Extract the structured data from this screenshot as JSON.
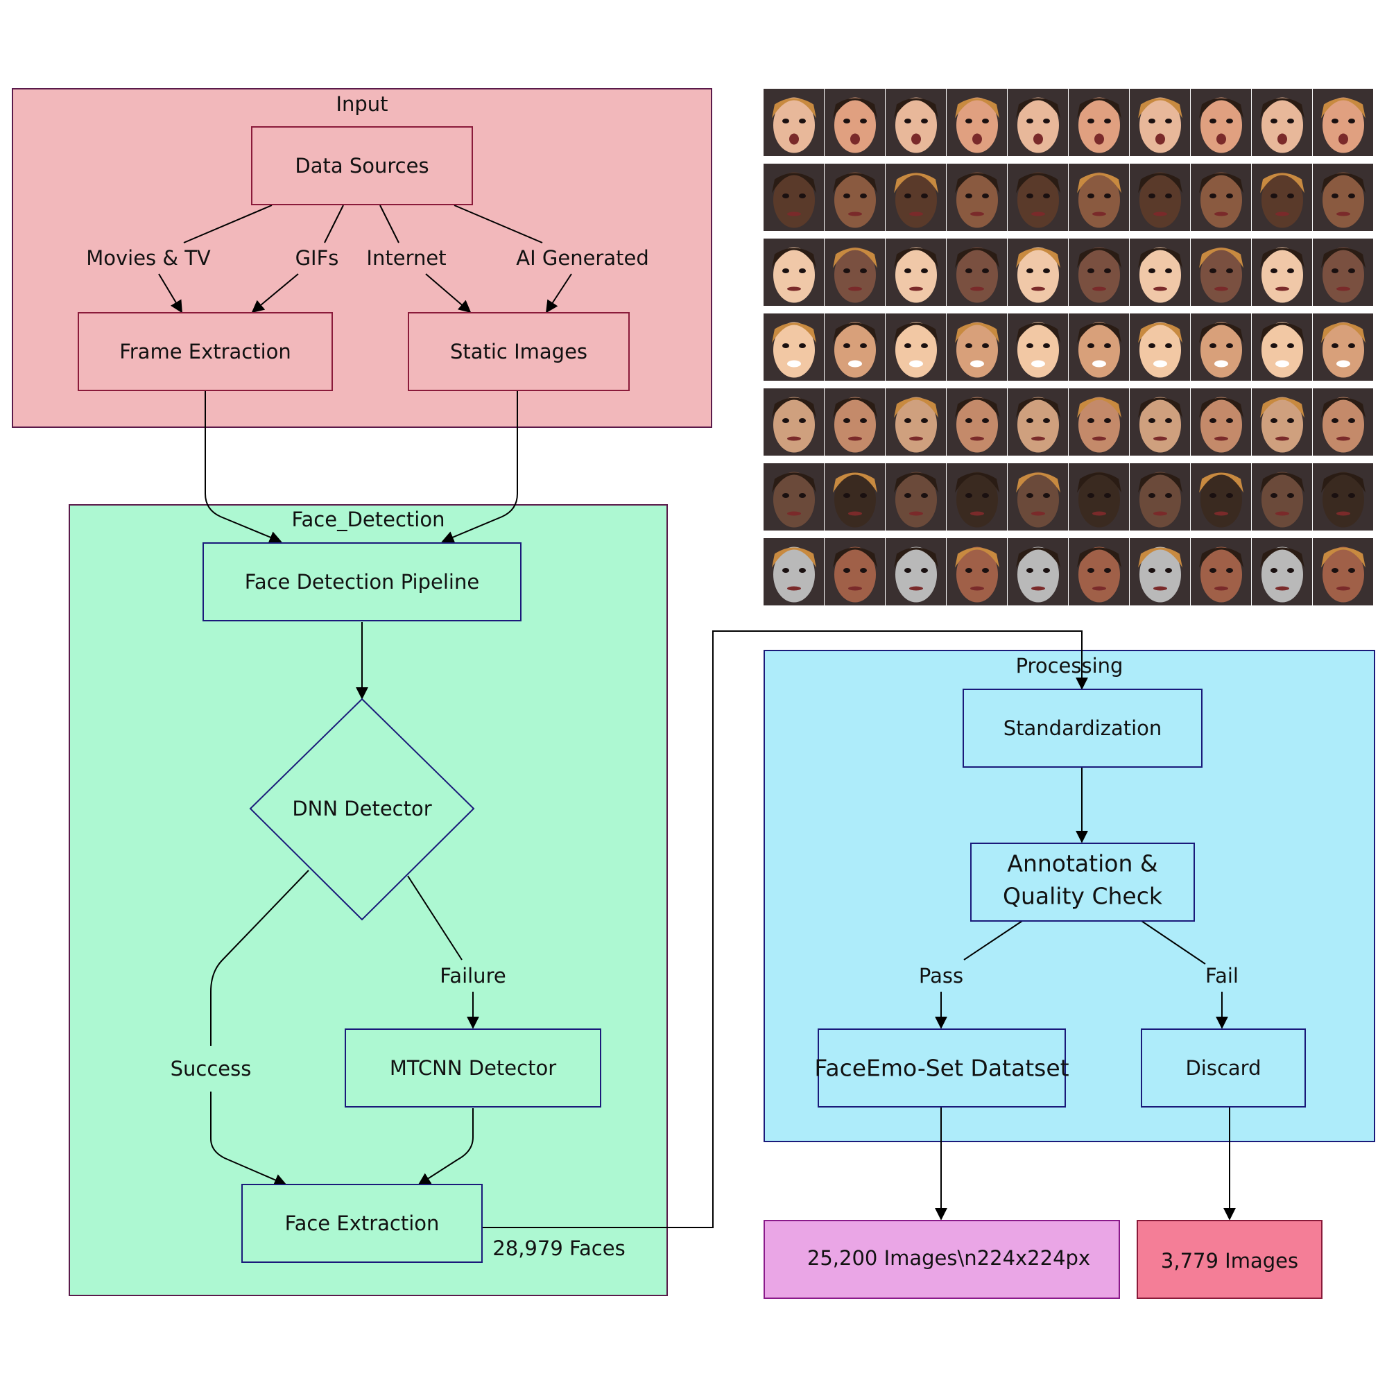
{
  "groups": {
    "input": "Input",
    "face_detection": "Face_Detection",
    "processing": "Processing"
  },
  "nodes": {
    "data_sources": "Data Sources",
    "frame_extraction": "Frame Extraction",
    "static_images": "Static Images",
    "face_detection_pipeline": "Face Detection Pipeline",
    "dnn_detector": "DNN Detector",
    "mtcnn_detector": "MTCNN Detector",
    "face_extraction": "Face Extraction",
    "standardization": "Standardization",
    "annotation_line1": "Annotation &",
    "annotation_line2": "Quality Check",
    "faceemo_dataset": "FaceEmo-Set Datatset",
    "discard": "Discard",
    "output_images": "25,200 Images\\n224x224px",
    "discarded_images": "3,779 Images"
  },
  "edge_labels": {
    "movies_tv": "Movies & TV",
    "gifs": "GIFs",
    "internet": "Internet",
    "ai_generated": "AI Generated",
    "success": "Success",
    "failure": "Failure",
    "faces_count": "28,979 Faces",
    "pass": "Pass",
    "fail": "Fail"
  },
  "colors": {
    "input_fill": "#f2b8bb",
    "face_detection_fill": "#adf8d2",
    "processing_fill": "#aeecfa",
    "output_fill": "#eaa6e6",
    "discarded_fill": "#f47e97",
    "border_dark": "#1a1a7a",
    "border_red": "#8a1a1a"
  },
  "face_grid": {
    "rows": 7,
    "cols": 10,
    "skin_tones": [
      "#e8b89a",
      "#6b4a3a",
      "#d8a07a",
      "#5a3a2a",
      "#b9b9b9",
      "#c48a6a",
      "#f0c8a8",
      "#e0a080",
      "#3a2a20",
      "#f2c8a4",
      "#8a5a40",
      "#a06048",
      "#cfa07e",
      "#7a5040"
    ]
  }
}
